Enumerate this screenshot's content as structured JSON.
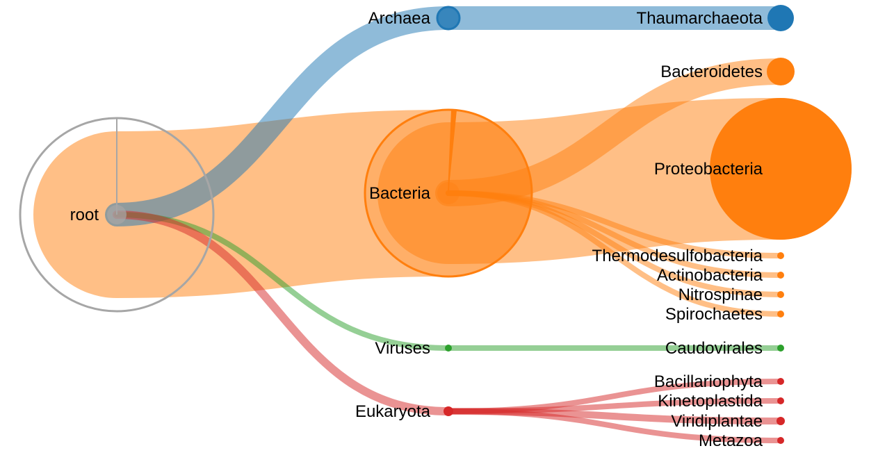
{
  "colors": {
    "root": "#a6a6a6",
    "archaea": "#1f77b4",
    "bacteria": "#ff7f0e",
    "viruses": "#2ca02c",
    "eukaryota": "#d62728"
  },
  "nodes": [
    {
      "id": "root",
      "label": "root",
      "color": "#a6a6a6",
      "level": 0
    },
    {
      "id": "archaea",
      "label": "Archaea",
      "color": "#1f77b4",
      "level": 1,
      "parent": "root"
    },
    {
      "id": "bacteria",
      "label": "Bacteria",
      "color": "#ff7f0e",
      "level": 1,
      "parent": "root"
    },
    {
      "id": "viruses",
      "label": "Viruses",
      "color": "#2ca02c",
      "level": 1,
      "parent": "root"
    },
    {
      "id": "eukaryota",
      "label": "Eukaryota",
      "color": "#d62728",
      "level": 1,
      "parent": "root"
    },
    {
      "id": "thaumarchaeota",
      "label": "Thaumarchaeota",
      "color": "#1f77b4",
      "level": 2,
      "parent": "archaea"
    },
    {
      "id": "bacteroidetes",
      "label": "Bacteroidetes",
      "color": "#ff7f0e",
      "level": 2,
      "parent": "bacteria"
    },
    {
      "id": "proteobacteria",
      "label": "Proteobacteria",
      "color": "#ff7f0e",
      "level": 2,
      "parent": "bacteria"
    },
    {
      "id": "thermodesulfobacteria",
      "label": "Thermodesulfobacteria",
      "color": "#ff7f0e",
      "level": 2,
      "parent": "bacteria"
    },
    {
      "id": "actinobacteria",
      "label": "Actinobacteria",
      "color": "#ff7f0e",
      "level": 2,
      "parent": "bacteria"
    },
    {
      "id": "nitrospinae",
      "label": "Nitrospinae",
      "color": "#ff7f0e",
      "level": 2,
      "parent": "bacteria"
    },
    {
      "id": "spirochaetes",
      "label": "Spirochaetes",
      "color": "#ff7f0e",
      "level": 2,
      "parent": "bacteria"
    },
    {
      "id": "caudovirales",
      "label": "Caudovirales",
      "color": "#2ca02c",
      "level": 2,
      "parent": "viruses"
    },
    {
      "id": "bacillariophyta",
      "label": "Bacillariophyta",
      "color": "#d62728",
      "level": 2,
      "parent": "eukaryota"
    },
    {
      "id": "kinetoplastida",
      "label": "Kinetoplastida",
      "color": "#d62728",
      "level": 2,
      "parent": "eukaryota"
    },
    {
      "id": "viridiplantae",
      "label": "Viridiplantae",
      "color": "#d62728",
      "level": 2,
      "parent": "eukaryota"
    },
    {
      "id": "metazoa",
      "label": "Metazoa",
      "color": "#d62728",
      "level": 2,
      "parent": "eukaryota"
    }
  ]
}
